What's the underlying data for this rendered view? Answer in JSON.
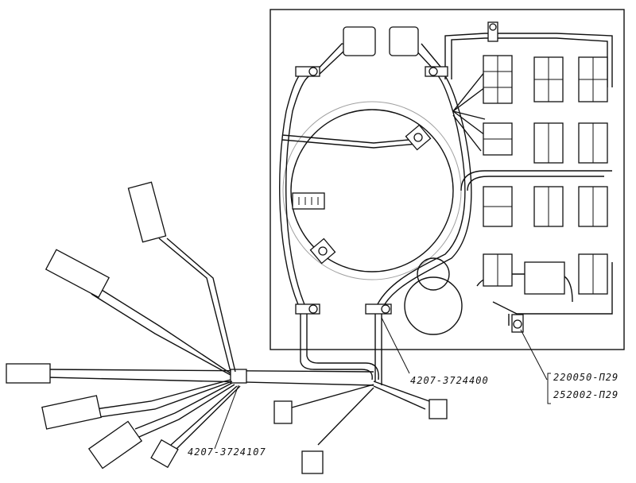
{
  "labels": {
    "harness_main": "4207-3724107",
    "harness_panel": "4207-3724400",
    "part_a": "220050-П29",
    "part_b": "252002-П29"
  }
}
